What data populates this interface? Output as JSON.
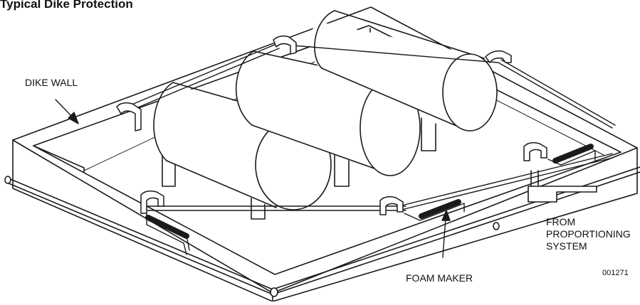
{
  "title": "Typical Dike Protection",
  "labels": {
    "dike_wall": "DIKE WALL",
    "foam_maker": "FOAM MAKER",
    "from_proportioning": [
      "FROM",
      "PROPORTIONING",
      "SYSTEM"
    ],
    "figure_code": "001271"
  },
  "colors": {
    "line": "#1a1a1a",
    "background": "#ffffff"
  }
}
